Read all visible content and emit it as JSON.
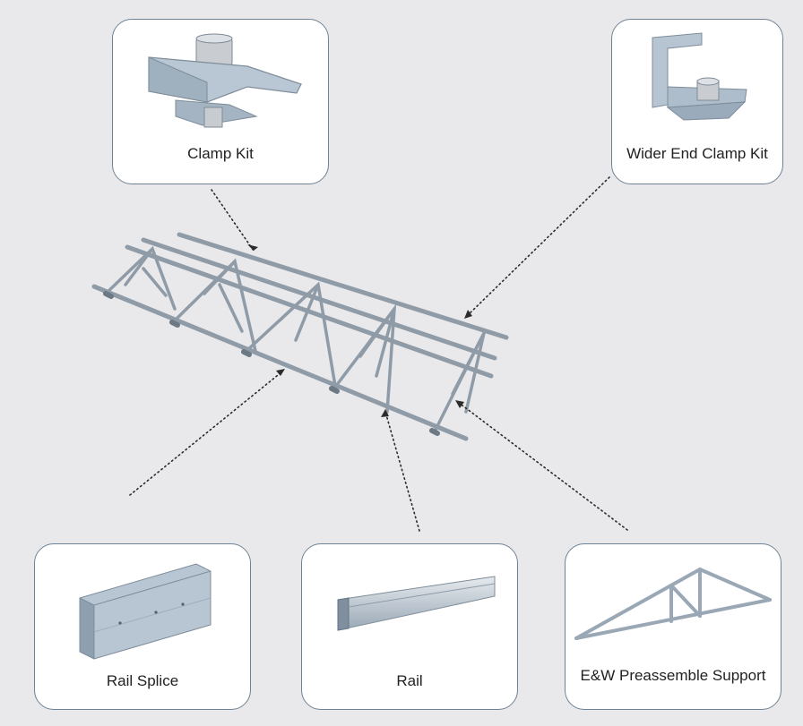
{
  "components": {
    "clamp_kit": {
      "label": "Clamp Kit"
    },
    "wider_end_clamp_kit": {
      "label": "Wider End Clamp Kit"
    },
    "rail_splice": {
      "label": "Rail Splice"
    },
    "rail": {
      "label": "Rail"
    },
    "ew_preassemble_support": {
      "label": "E&W Preassemble Support"
    }
  },
  "colors": {
    "background": "#e9e9eb",
    "card_border": "#6f8294",
    "metal": "#b9c4cf",
    "metal_dark": "#7f8d9a",
    "leader": "#2b2b2b"
  }
}
